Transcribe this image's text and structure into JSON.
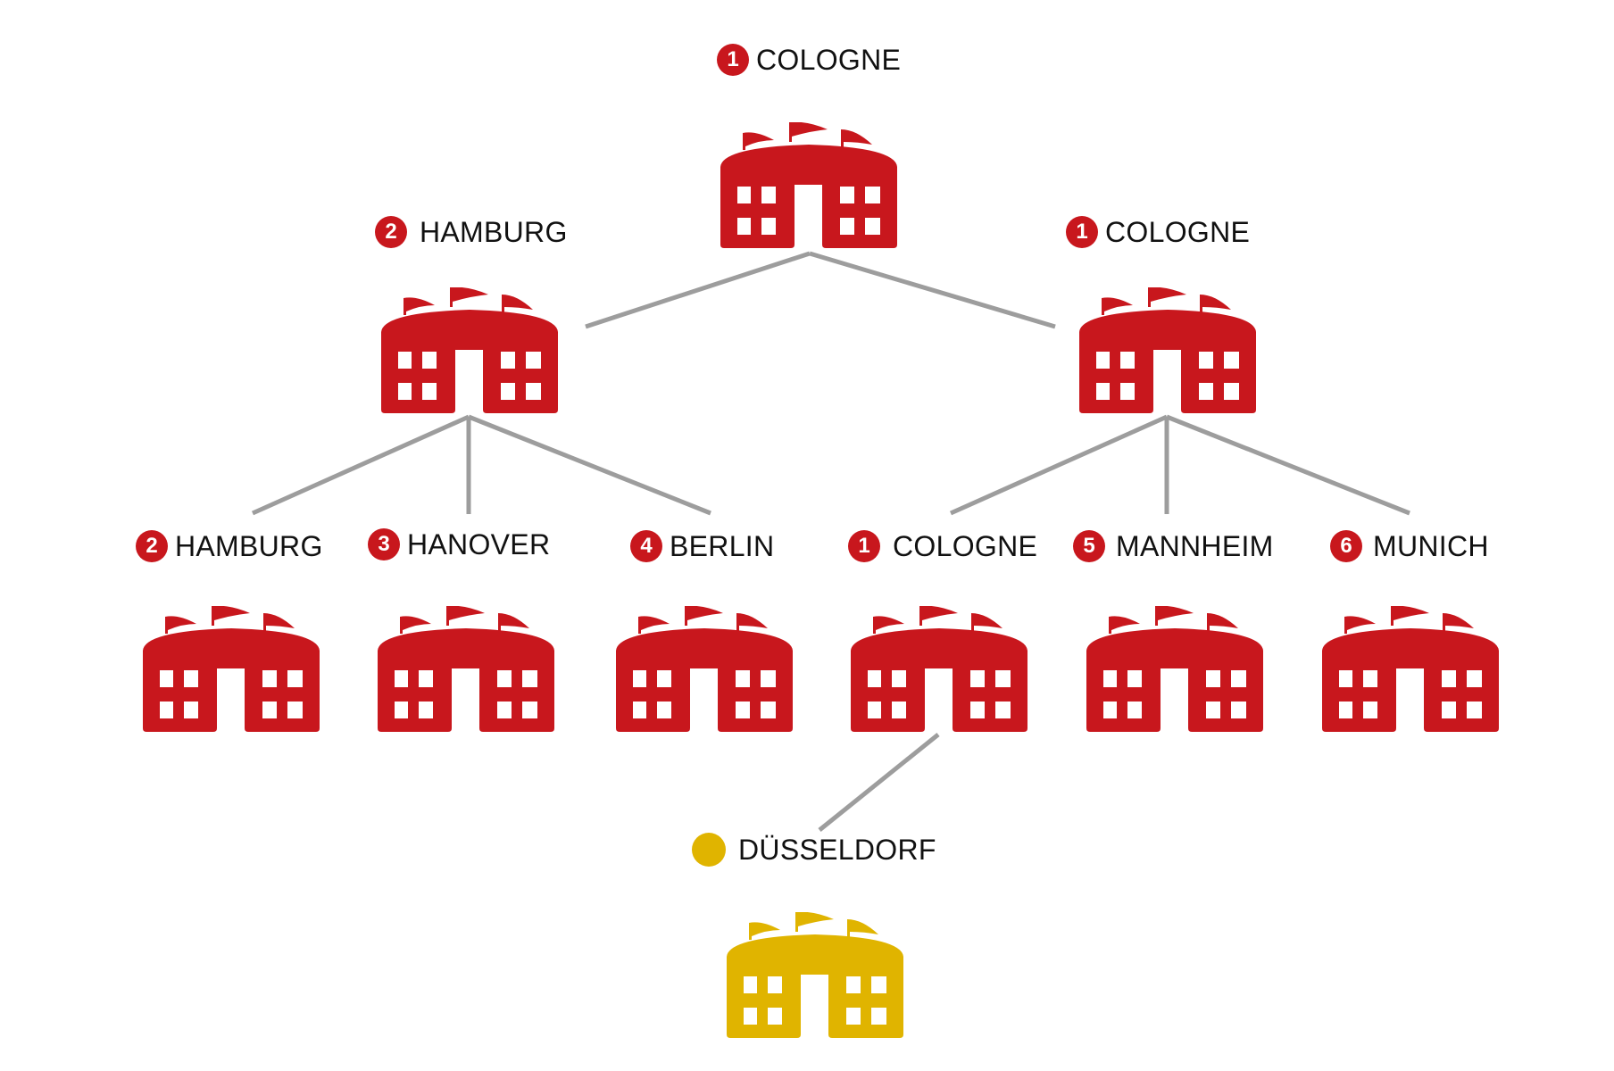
{
  "colors": {
    "red": "#c8171d",
    "gold": "#e0b400",
    "line": "#9d9d9d"
  },
  "nodes": {
    "root": {
      "badge": "1",
      "label": "COLOGNE"
    },
    "l2_left": {
      "badge": "2",
      "label": "HAMBURG"
    },
    "l2_right": {
      "badge": "1",
      "label": "COLOGNE"
    },
    "l3_1": {
      "badge": "2",
      "label": "HAMBURG"
    },
    "l3_2": {
      "badge": "3",
      "label": "HANOVER"
    },
    "l3_3": {
      "badge": "4",
      "label": "BERLIN"
    },
    "l3_4": {
      "badge": "1",
      "label": "COLOGNE"
    },
    "l3_5": {
      "badge": "5",
      "label": "MANNHEIM"
    },
    "l3_6": {
      "badge": "6",
      "label": "MUNICH"
    },
    "extra": {
      "label": "DÜSSELDORF"
    }
  }
}
